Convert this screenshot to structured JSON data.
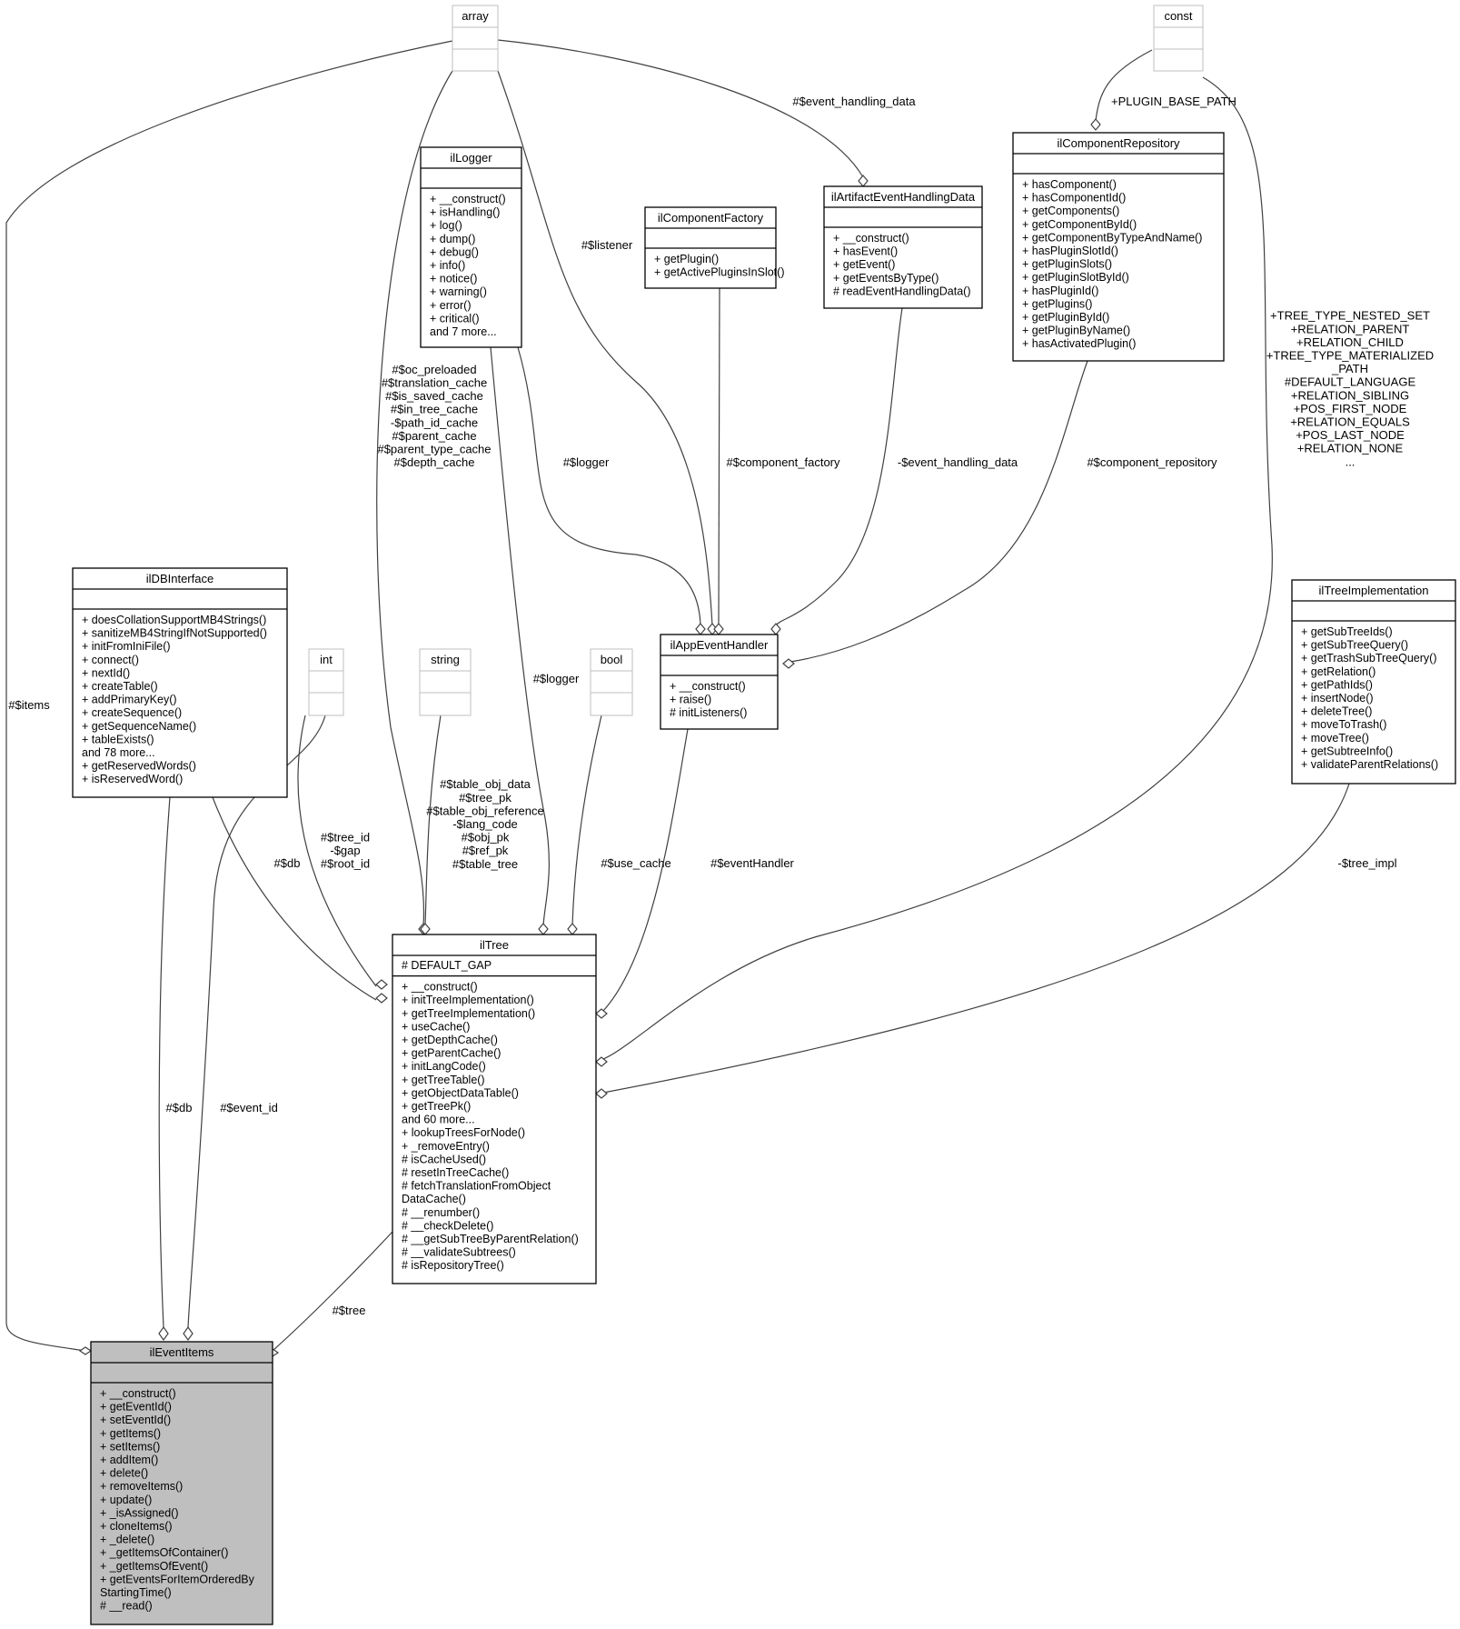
{
  "classes": {
    "array": {
      "name": "array",
      "attributes": [],
      "methods": []
    },
    "const": {
      "name": "const",
      "attributes": [],
      "methods": []
    },
    "int": {
      "name": "int",
      "attributes": [],
      "methods": []
    },
    "string": {
      "name": "string",
      "attributes": [],
      "methods": []
    },
    "bool": {
      "name": "bool",
      "attributes": [],
      "methods": []
    },
    "ilLogger": {
      "name": "ilLogger",
      "attributes": [],
      "methods": [
        "+ __construct()",
        "+ isHandling()",
        "+ log()",
        "+ dump()",
        "+ debug()",
        "+ info()",
        "+ notice()",
        "+ warning()",
        "+ error()",
        "+ critical()",
        "and 7 more..."
      ]
    },
    "ilComponentFactory": {
      "name": "ilComponentFactory",
      "attributes": [],
      "methods": [
        "+ getPlugin()",
        "+ getActivePluginsInSlot()"
      ]
    },
    "ilArtifactEventHandlingData": {
      "name": "ilArtifactEventHandlingData",
      "attributes": [],
      "methods": [
        "+ __construct()",
        "+ hasEvent()",
        "+ getEvent()",
        "+ getEventsByType()",
        "# readEventHandlingData()"
      ]
    },
    "ilComponentRepository": {
      "name": "ilComponentRepository",
      "attributes": [],
      "methods": [
        "+ hasComponent()",
        "+ hasComponentId()",
        "+ getComponents()",
        "+ getComponentById()",
        "+ getComponentByTypeAndName()",
        "+ hasPluginSlotId()",
        "+ getPluginSlots()",
        "+ getPluginSlotById()",
        "+ hasPluginId()",
        "+ getPlugins()",
        "+ getPluginById()",
        "+ getPluginByName()",
        "+ hasActivatedPlugin()"
      ]
    },
    "ilDBInterface": {
      "name": "ilDBInterface",
      "attributes": [],
      "methods": [
        "+ doesCollationSupportMB4Strings()",
        "+ sanitizeMB4StringIfNotSupported()",
        "+ initFromIniFile()",
        "+ connect()",
        "+ nextId()",
        "+ createTable()",
        "+ addPrimaryKey()",
        "+ createSequence()",
        "+ getSequenceName()",
        "+ tableExists()",
        "and 78 more...",
        "+ getReservedWords()",
        "+ isReservedWord()"
      ]
    },
    "ilAppEventHandler": {
      "name": "ilAppEventHandler",
      "attributes": [],
      "methods": [
        "+ __construct()",
        "+ raise()",
        "# initListeners()"
      ]
    },
    "ilTreeImplementation": {
      "name": "ilTreeImplementation",
      "attributes": [],
      "methods": [
        "+ getSubTreeIds()",
        "+ getSubTreeQuery()",
        "+ getTrashSubTreeQuery()",
        "+ getRelation()",
        "+ getPathIds()",
        "+ insertNode()",
        "+ deleteTree()",
        "+ moveToTrash()",
        "+ moveTree()",
        "+ getSubtreeInfo()",
        "+ validateParentRelations()"
      ]
    },
    "ilTree": {
      "name": "ilTree",
      "attributes": [
        "# DEFAULT_GAP"
      ],
      "methods": [
        "+ __construct()",
        "+ initTreeImplementation()",
        "+ getTreeImplementation()",
        "+ useCache()",
        "+ getDepthCache()",
        "+ getParentCache()",
        "+ initLangCode()",
        "+ getTreeTable()",
        "+ getObjectDataTable()",
        "+ getTreePk()",
        "and 60 more...",
        "+ lookupTreesForNode()",
        "+ _removeEntry()",
        "# isCacheUsed()",
        "# resetInTreeCache()",
        "# fetchTranslationFromObject",
        "DataCache()",
        "# __renumber()",
        "# __checkDelete()",
        "# __getSubTreeByParentRelation()",
        "# __validateSubtrees()",
        "# isRepositoryTree()"
      ]
    },
    "ilEventItems": {
      "name": "ilEventItems",
      "attributes": [],
      "methods": [
        "+ __construct()",
        "+ getEventId()",
        "+ setEventId()",
        "+ getItems()",
        "+ setItems()",
        "+ addItem()",
        "+ delete()",
        "+ removeItems()",
        "+ update()",
        "+ _isAssigned()",
        "+ cloneItems()",
        "+ _delete()",
        "+ _getItemsOfContainer()",
        "+ _getItemsOfEvent()",
        "+ getEventsForItemOrderedBy",
        "StartingTime()",
        "# __read()"
      ]
    }
  },
  "edge_labels": {
    "items": [
      "#$items"
    ],
    "event_handling_data": [
      "#$event_handling_data"
    ],
    "plugin_base_path": [
      "+PLUGIN_BASE_PATH"
    ],
    "listener": [
      "#$listener"
    ],
    "caches": [
      "#$oc_preloaded",
      "#$translation_cache",
      "#$is_saved_cache",
      "#$in_tree_cache",
      "-$path_id_cache",
      "#$parent_cache",
      "#$parent_type_cache",
      "#$depth_cache"
    ],
    "logger_handler": [
      "#$logger"
    ],
    "component_factory": [
      "#$component_factory"
    ],
    "event_handling_data_private": [
      "-$event_handling_data"
    ],
    "component_repository": [
      "#$component_repository"
    ],
    "tree_constants": [
      "+TREE_TYPE_NESTED_SET",
      "+RELATION_PARENT",
      "+RELATION_CHILD",
      "+TREE_TYPE_MATERIALIZED",
      "_PATH",
      "#DEFAULT_LANGUAGE",
      "+RELATION_SIBLING",
      "+POS_FIRST_NODE",
      "+RELATION_EQUALS",
      "+POS_LAST_NODE",
      "+RELATION_NONE",
      "..."
    ],
    "logger_tree": [
      "#$logger"
    ],
    "tree_strings": [
      "#$table_obj_data",
      "#$tree_pk",
      "#$table_obj_reference",
      "-$lang_code",
      "#$obj_pk",
      "#$ref_pk",
      "#$table_tree"
    ],
    "tree_ints": [
      "#$tree_id",
      "-$gap",
      "#$root_id"
    ],
    "db_tree": [
      "#$db"
    ],
    "use_cache": [
      "#$use_cache"
    ],
    "event_handler": [
      "#$eventHandler"
    ],
    "tree_impl": [
      "-$tree_impl"
    ],
    "db_items": [
      "#$db"
    ],
    "event_id": [
      "#$event_id"
    ],
    "tree": [
      "#$tree"
    ]
  }
}
